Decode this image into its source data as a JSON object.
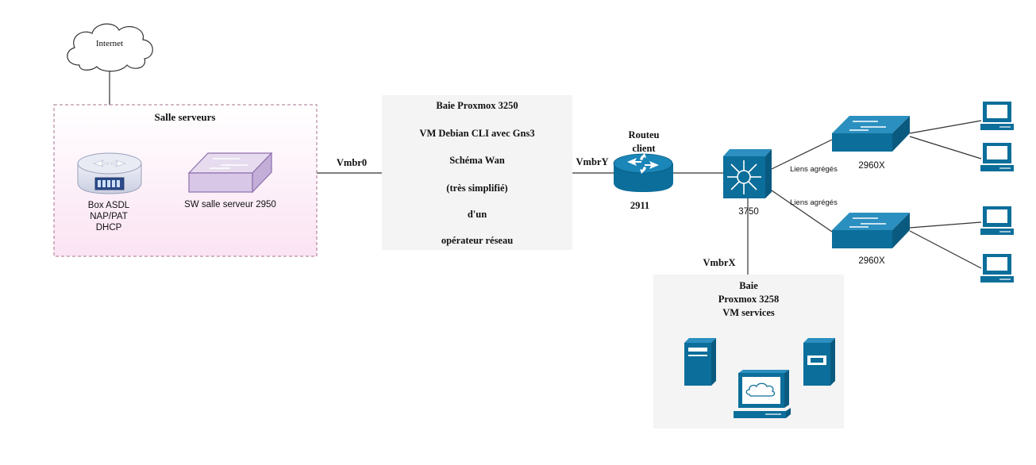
{
  "internet": {
    "label": "Internet"
  },
  "server_room": {
    "title": "Salle serveurs",
    "box_label_lines": [
      "Box ASDL",
      "NAP/PAT",
      "DHCP"
    ],
    "switch_label": "SW salle serveur  2950"
  },
  "proxmox_3250": {
    "lines": [
      "Baie Proxmox 3250",
      "VM Debian CLI  avec Gns3",
      "Schéma Wan",
      "(très simplifié)",
      "d'un",
      "opérateur réseau"
    ]
  },
  "links": {
    "vmbr0": "Vmbr0",
    "vmbry": "VmbrY",
    "vmbrx": "VmbrX",
    "aggregated_top": "Liens agrégés",
    "aggregated_bottom": "Liens agrégés"
  },
  "router": {
    "title_lines": [
      "Routeu",
      "client"
    ],
    "model": "2911"
  },
  "core_switch": {
    "model": "3750"
  },
  "access_switches": [
    {
      "model": "2960X"
    },
    {
      "model": "2960X"
    }
  ],
  "proxmox_3258": {
    "lines": [
      "Baie",
      "Proxmox 3258",
      "VM services"
    ]
  },
  "colors": {
    "cisco_blue": "#0c6e9a",
    "server_room_fill": "#fbe8f5",
    "server_room_border": "#a8708f",
    "panel_gray": "#f4f4f4",
    "switch_purple": "#9b7fb5"
  }
}
